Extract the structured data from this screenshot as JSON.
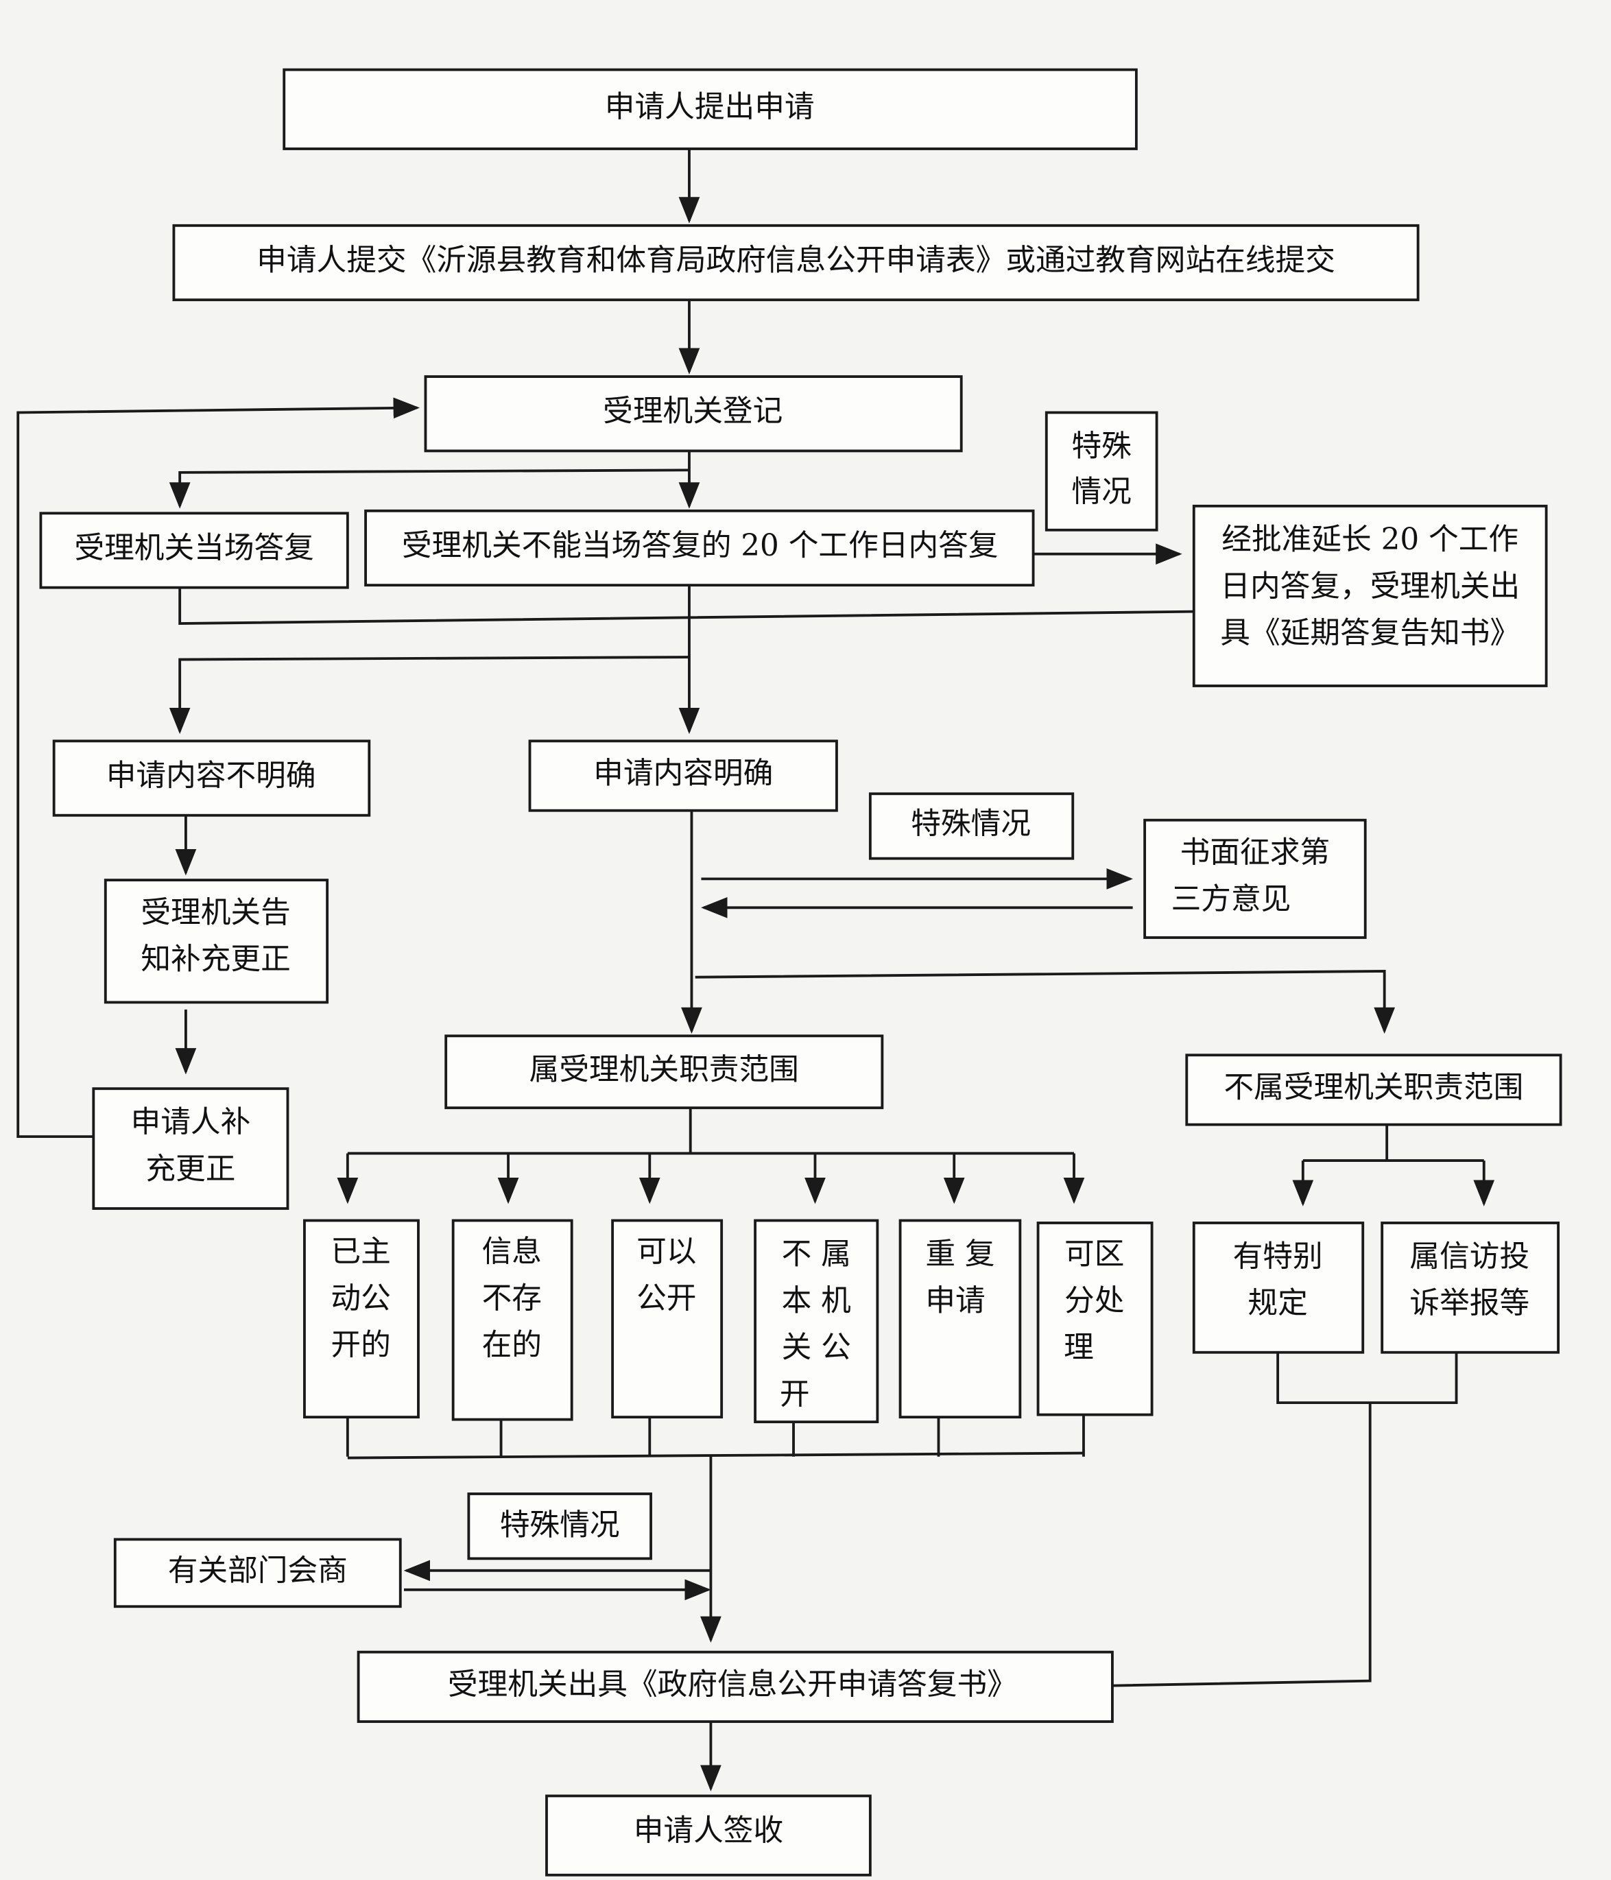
{
  "nodes": {
    "apply": "申请人提出申请",
    "submit": "申请人提交《沂源县教育和体育局政府信息公开申请表》或通过教育网站在线提交",
    "register": "受理机关登记",
    "reply_on_spot": "受理机关当场答复",
    "reply_20days": "受理机关不能当场答复的 20 个工作日内答复",
    "special_1": [
      "特殊",
      "情况"
    ],
    "extend": [
      "经批准延长 20 个工作",
      "日内答复，受理机关出",
      "具《延期答复告知书》"
    ],
    "unclear": "申请内容不明确",
    "clear": "申请内容明确",
    "special_2": "特殊情况",
    "third_party": [
      "书面征求第",
      "三方意见"
    ],
    "notify_correct": [
      "受理机关告",
      "知补充更正"
    ],
    "applicant_correct": [
      "申请人补",
      "充更正"
    ],
    "in_scope": "属受理机关职责范围",
    "out_scope": "不属受理机关职责范围",
    "outcomes": [
      [
        "已主",
        "动公",
        "开的"
      ],
      [
        "信息",
        "不存",
        "在的"
      ],
      [
        "可以",
        "公开"
      ],
      [
        "不 属",
        "本 机",
        "关 公",
        "开"
      ],
      [
        "重 复",
        "申请"
      ],
      [
        "可区",
        "分处",
        "理"
      ]
    ],
    "special_rule": [
      "有特别",
      "规定"
    ],
    "petition": [
      "属信访投",
      "诉举报等"
    ],
    "special_3": "特殊情况",
    "consult": "有关部门会商",
    "reply_letter": "受理机关出具《政府信息公开申请答复书》",
    "sign": "申请人签收"
  }
}
